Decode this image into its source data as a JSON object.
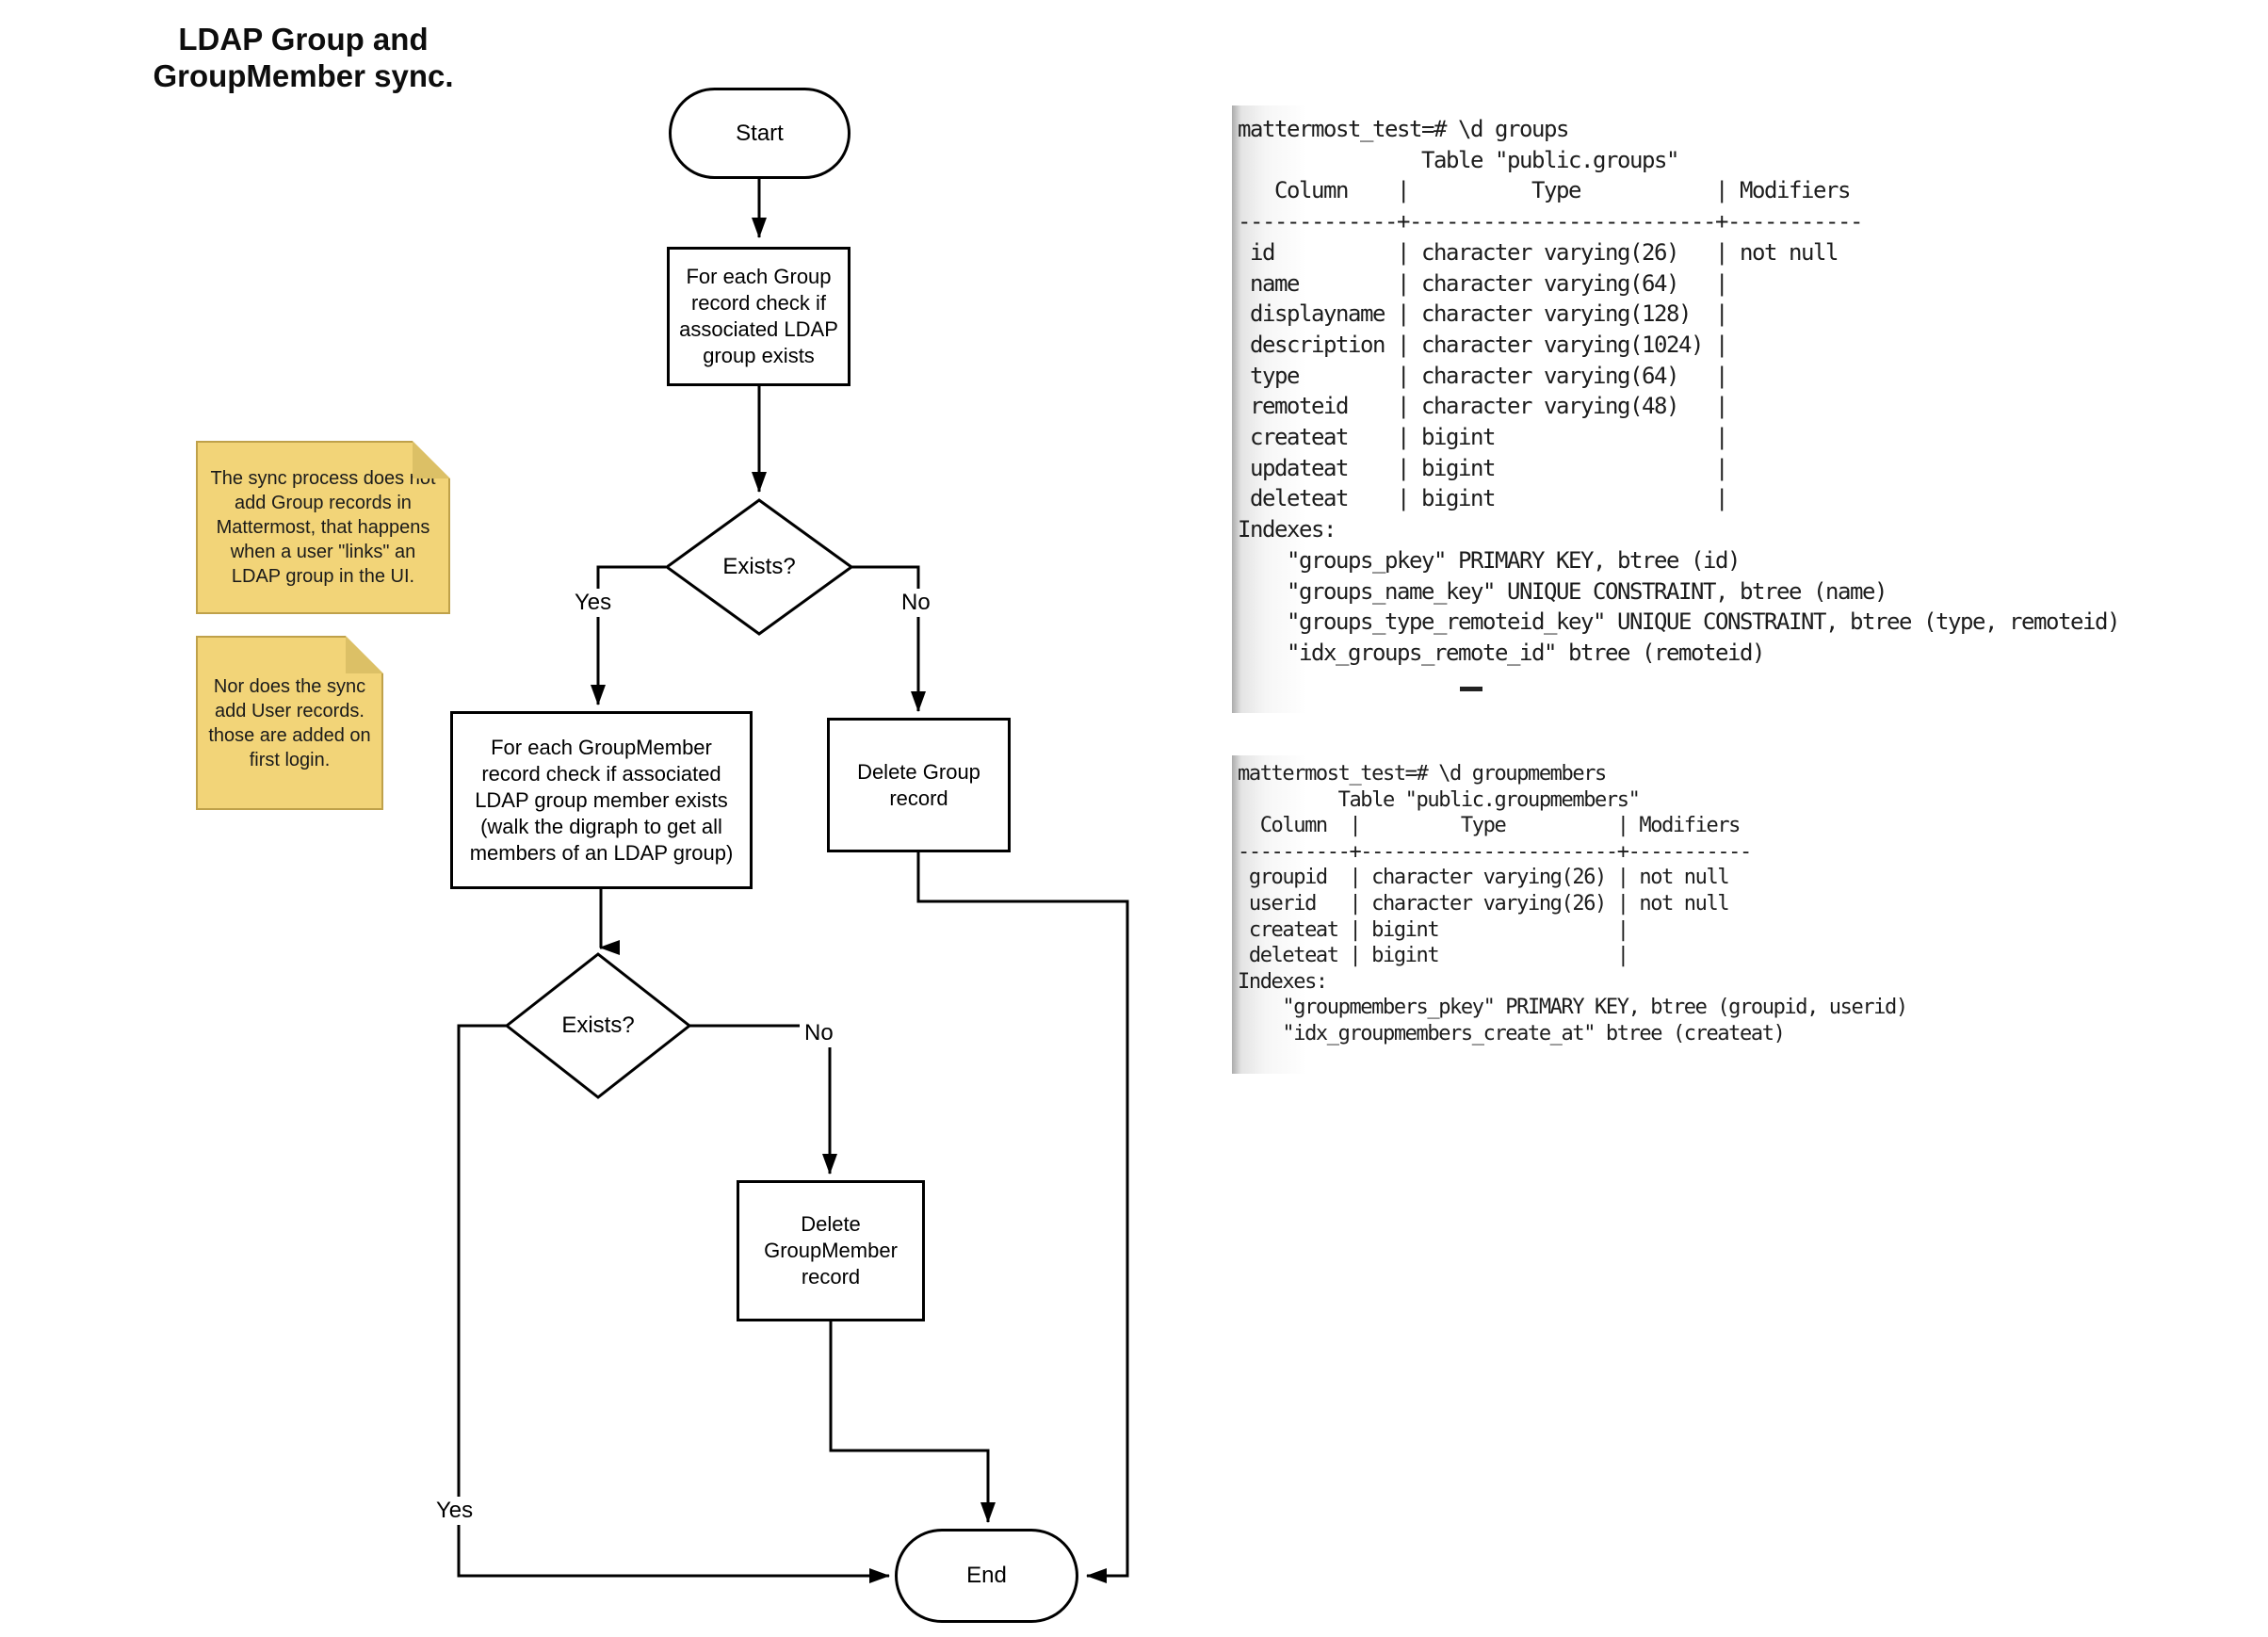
{
  "title": "LDAP Group and\nGroupMember sync.",
  "flowchart": {
    "start_label": "Start",
    "check_group_label": "For each Group record check if associated LDAP group exists",
    "exists1_label": "Exists?",
    "yes1_label": "Yes",
    "no1_label": "No",
    "check_groupmember_label": "For each GroupMember record check if associated LDAP group member exists (walk the digraph to get all members of an LDAP group)",
    "delete_group_label": "Delete Group record",
    "exists2_label": "Exists?",
    "yes2_label": "Yes",
    "no2_label": "No",
    "delete_groupmember_label": "Delete GroupMember record",
    "end_label": "End",
    "line_color": "#000000",
    "node_fill": "#ffffff"
  },
  "notes": [
    {
      "text": "The sync process does not add Group records in Mattermost, that happens when a user \"links\" an LDAP group in the UI.",
      "color": "#f2d478"
    },
    {
      "text": "Nor does the sync add User records. those are added on first login.",
      "color": "#f2d478"
    }
  ],
  "terminals": [
    {
      "text": "mattermost_test=# \\d groups\n               Table \"public.groups\"\n   Column    |          Type           | Modifiers\n-------------+-------------------------+-----------\n id          | character varying(26)   | not null\n name        | character varying(64)   |\n displayname | character varying(128)  |\n description | character varying(1024) |\n type        | character varying(64)   |\n remoteid    | character varying(48)   |\n createat    | bigint                  |\n updateat    | bigint                  |\n deleteat    | bigint                  |\nIndexes:\n    \"groups_pkey\" PRIMARY KEY, btree (id)\n    \"groups_name_key\" UNIQUE CONSTRAINT, btree (name)\n    \"groups_type_remoteid_key\" UNIQUE CONSTRAINT, btree (type, remoteid)\n    \"idx_groups_remote_id\" btree (remoteid)"
    },
    {
      "text": "mattermost_test=# \\d groupmembers\n         Table \"public.groupmembers\"\n  Column  |         Type          | Modifiers\n----------+-----------------------+-----------\n groupid  | character varying(26) | not null\n userid   | character varying(26) | not null\n createat | bigint                |\n deleteat | bigint                |\nIndexes:\n    \"groupmembers_pkey\" PRIMARY KEY, btree (groupid, userid)\n    \"idx_groupmembers_create_at\" btree (createat)"
    }
  ]
}
